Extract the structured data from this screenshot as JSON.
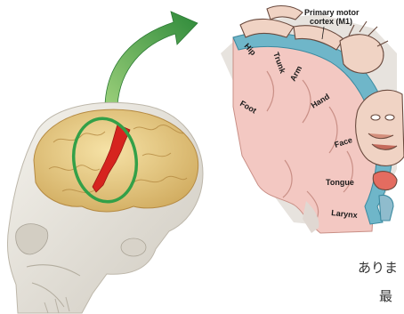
{
  "diagram": {
    "title_line1": "Primary motor",
    "title_line2": "cortex (M1)",
    "body_labels": {
      "hip": "Hip",
      "trunk": "Trunk",
      "arm": "Arm",
      "hand": "Hand",
      "foot": "Foot",
      "face": "Face",
      "tongue": "Tongue",
      "larynx": "Larynx"
    },
    "caption_line1": "ありま",
    "caption_line2": "最"
  },
  "colors": {
    "arrow_green": "#3f9a44",
    "highlight_red": "#d6241f",
    "ring_green": "#33a048",
    "cortex_pink": "#f3c8c2",
    "cortex_blue": "#6fb6c9",
    "brain_tan": "#ecd18a",
    "skull": "#ebe8e1"
  },
  "icons": [
    "curved-arrow-icon",
    "skull-icon",
    "brain-icon",
    "homunculus-icon"
  ]
}
